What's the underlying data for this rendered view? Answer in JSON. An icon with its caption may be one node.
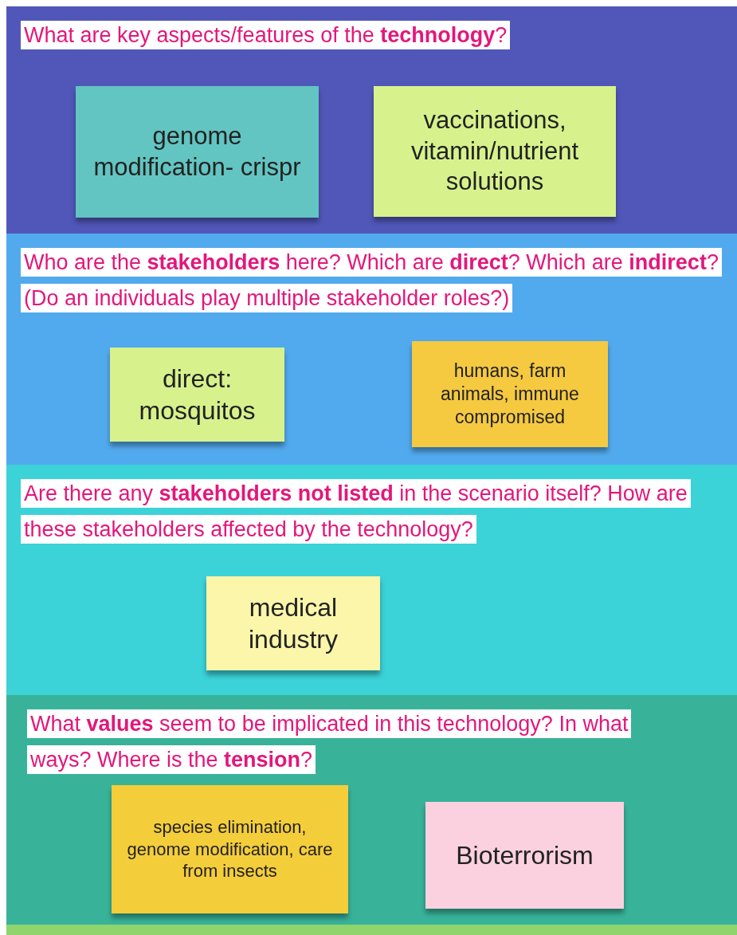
{
  "diagram": {
    "nodes": [
      {
        "text": [
          "What are key aspects/features of the **technology**?"
        ]
      },
      {
        "text": [
          "genome modification- crispr"
        ],
        "in": 0
      },
      {
        "text": [
          "vaccinations, vitamin/nutrient solutions"
        ],
        "in": 0
      },
      {
        "text": [
          "Who are the **stakeholders** here? Which are **direct**? Which are **indirect**? (Do an individuals play multiple stakeholder roles?)"
        ]
      },
      {
        "text": [
          "direct: mosquitos"
        ],
        "in": 3
      },
      {
        "text": [
          "humans, farm animals, immune compromised"
        ],
        "in": 3
      },
      {
        "text": [
          "Are there any **stakeholders not listed** in the scenario itself? How are these stakeholders affected by the technology?"
        ]
      },
      {
        "text": [
          "medical industry"
        ],
        "in": 6
      },
      {
        "text": [
          "What **values** seem to be implicated in this technology? In what ways? Where is the **tension**?"
        ]
      },
      {
        "text": [
          "species elimination, genome modification, care from insects"
        ],
        "in": 8
      },
      {
        "text": [
          "Bioterrorism"
        ],
        "in": 8
      }
    ]
  }
}
